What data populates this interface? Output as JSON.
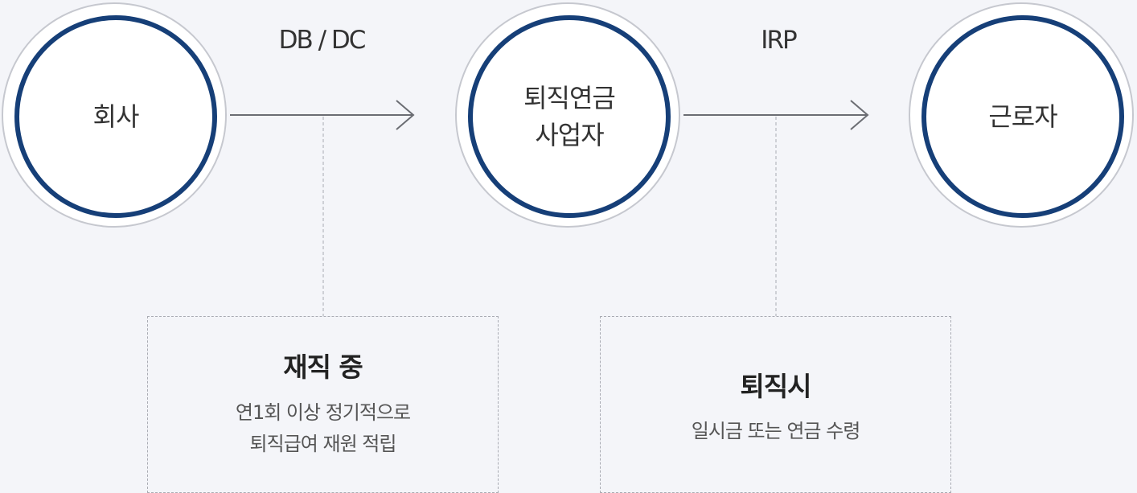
{
  "nodes": {
    "company": "회사",
    "provider": "퇴직연금\n사업자",
    "worker": "근로자"
  },
  "flows": {
    "company_to_provider": "DB / DC",
    "provider_to_worker": "IRP"
  },
  "boxes": {
    "employed": {
      "title": "재직 중",
      "desc": "연1회 이상 정기적으로\n퇴직급여 재원 적립"
    },
    "retired": {
      "title": "퇴직시",
      "desc": "일시금 또는 연금 수령"
    }
  },
  "colors": {
    "ring": "#163f78",
    "outer_ring": "#c6c8cf",
    "background": "#f4f5f9"
  }
}
